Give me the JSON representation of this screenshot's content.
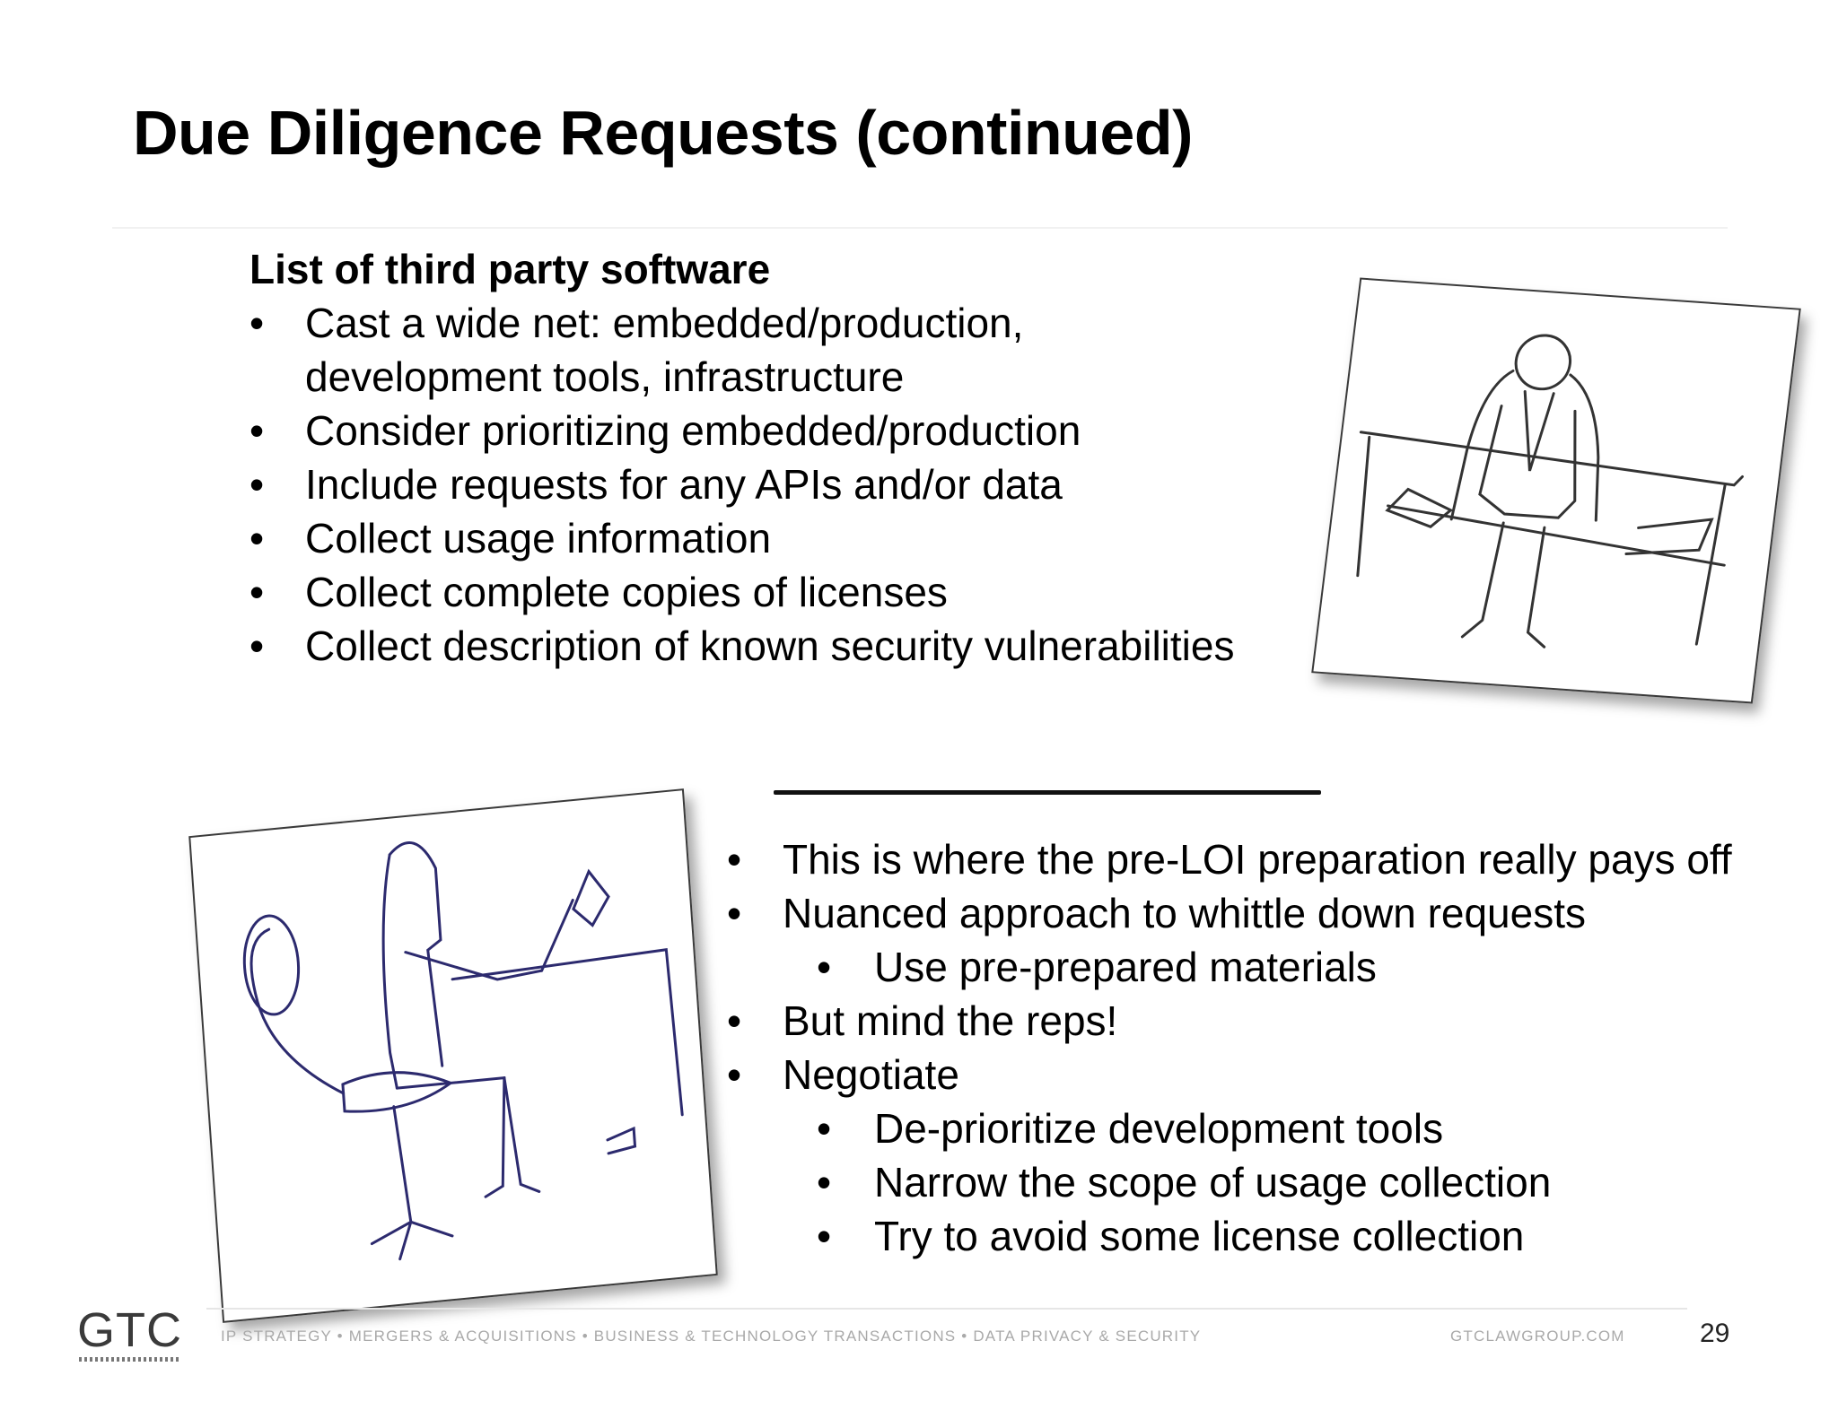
{
  "slide": {
    "title": "Due Diligence Requests (continued)",
    "page_number": "29"
  },
  "top_block": {
    "heading": "List of third party software",
    "bullets": [
      "Cast a wide net: embedded/production, development tools, infrastructure",
      "Consider prioritizing embedded/production",
      "Include requests for any APIs and/or data",
      "Collect usage information",
      "Collect complete copies of licenses",
      "Collect description of known security vulnerabilities"
    ]
  },
  "bottom_block": {
    "b1": "This is where the pre-LOI preparation really pays off",
    "b2": "Nuanced approach to whittle down requests",
    "b2_sub": [
      "Use pre-prepared materials"
    ],
    "b3": "But mind the reps!",
    "b4": "Negotiate",
    "b4_sub": [
      "De-prioritize development tools",
      "Narrow the scope of usage collection",
      "Try to avoid some license collection"
    ]
  },
  "footer": {
    "logo": "GTC",
    "tagline": "IP STRATEGY • MERGERS & ACQUISITIONS • BUSINESS & TECHNOLOGY TRANSACTIONS • DATA PRIVACY & SECURITY",
    "website": "GTCLAWGROUP.COM"
  },
  "colors": {
    "text": "#000000",
    "footer_text": "#a9a9a9",
    "sketch_ink": "#2c2a6e"
  }
}
